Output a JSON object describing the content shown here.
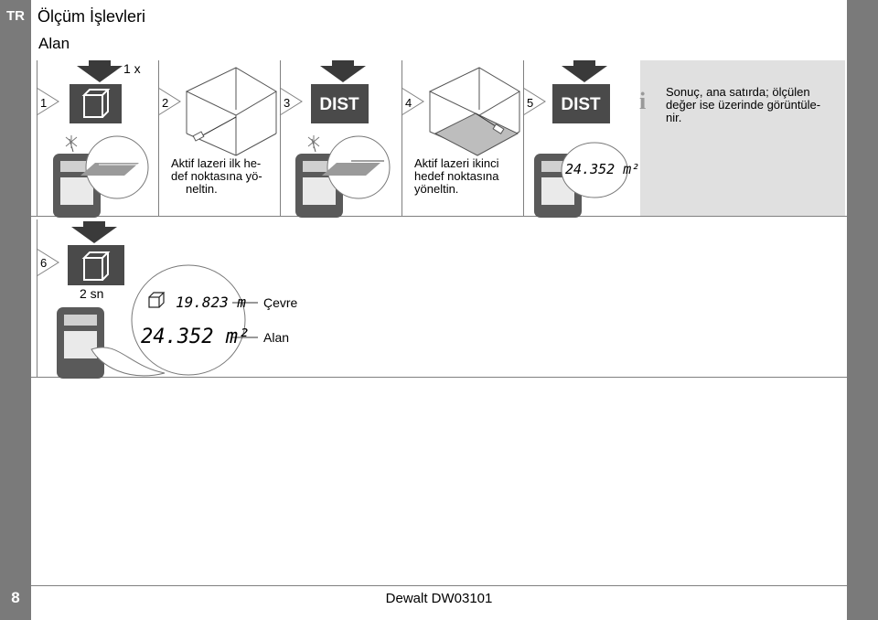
{
  "header": {
    "lang": "TR",
    "title": "Ölçüm İşlevleri",
    "subtitle": "Alan"
  },
  "steps": {
    "s1": {
      "num": "1",
      "press": "1 x"
    },
    "s2": {
      "num": "2",
      "caption": [
        "Aktif lazeri ilk he-",
        "def noktasına yö-",
        "neltin."
      ]
    },
    "s3": {
      "num": "3",
      "button": "DIST"
    },
    "s4": {
      "num": "4",
      "caption": [
        "Aktif lazeri ikinci",
        "hedef noktasına",
        "yöneltin."
      ]
    },
    "s5": {
      "num": "5",
      "button": "DIST",
      "display": "24.352 m²"
    },
    "s6": {
      "num": "6",
      "hold": "2 sn",
      "perimeter_value": "19.823 m",
      "perimeter_label": "Çevre",
      "area_value": "24.352 m²",
      "area_label": "Alan"
    }
  },
  "info": {
    "icon": "info-icon",
    "text": [
      "Sonuç, ana satırda; ölçülen",
      "değer ise üzerinde görüntüle-",
      "nir."
    ]
  },
  "footer": {
    "model": "Dewalt DW03101",
    "page": "8"
  }
}
